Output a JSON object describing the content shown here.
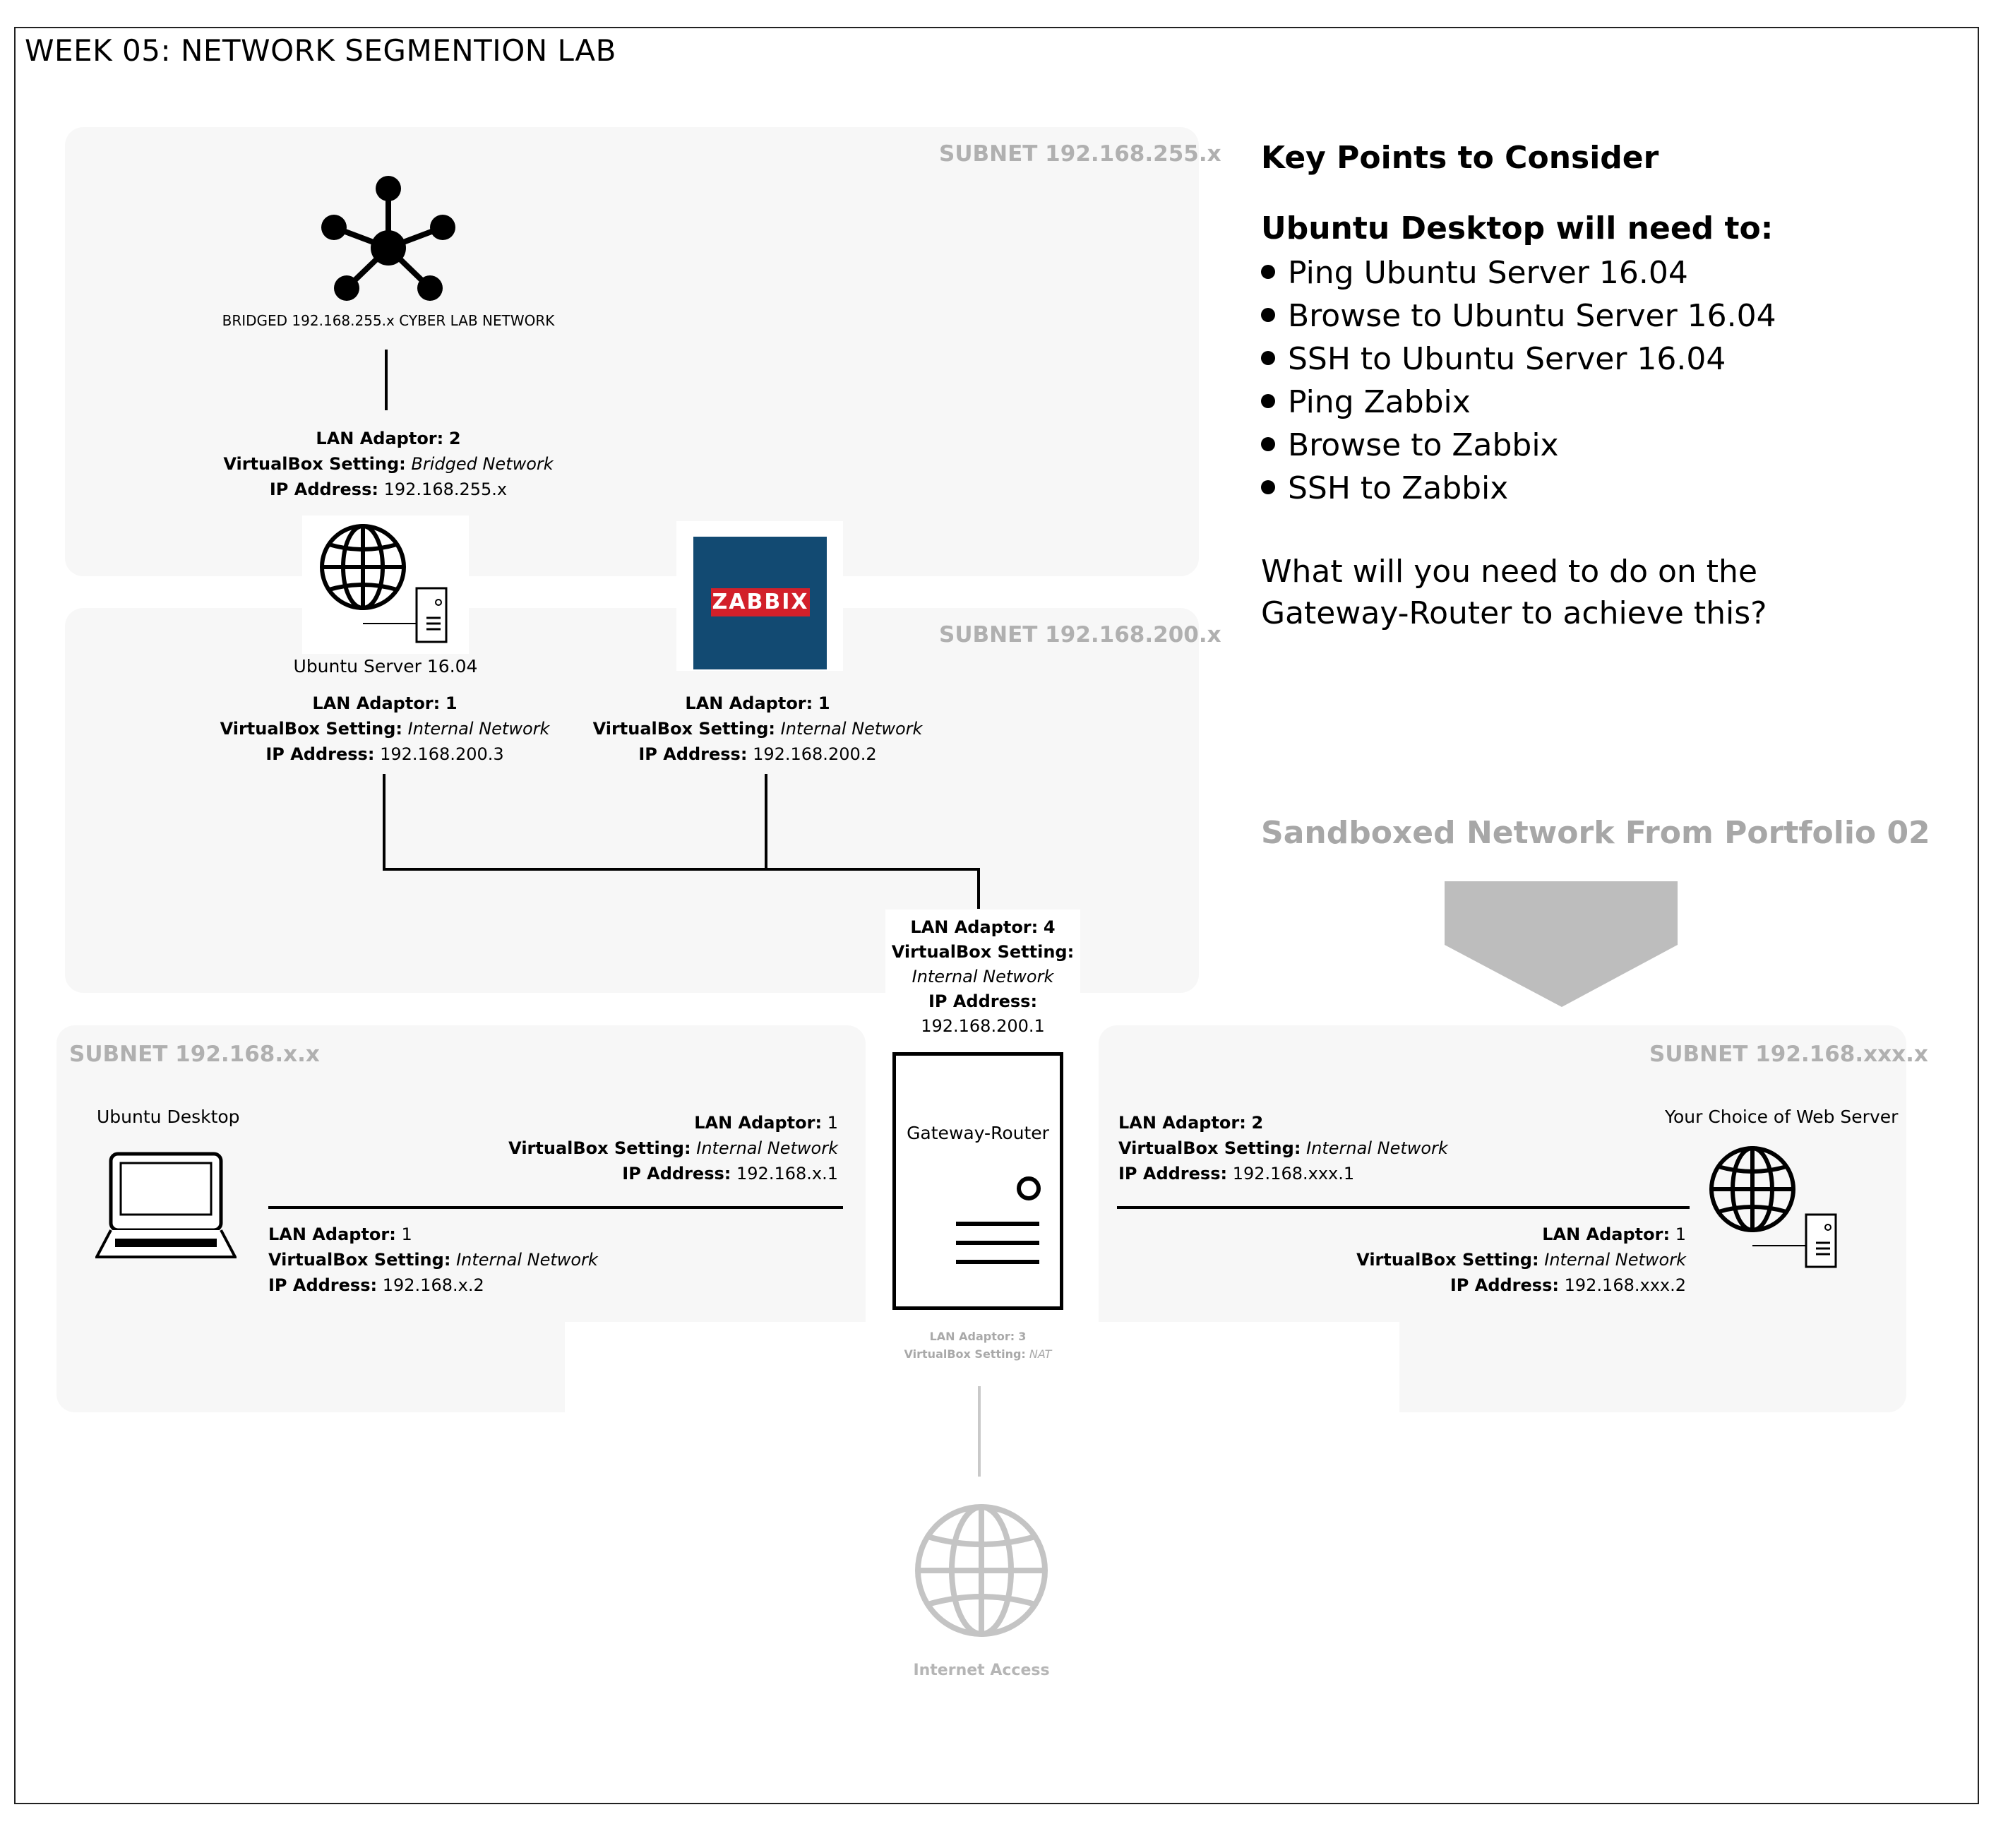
{
  "title": "WEEK 05: NETWORK SEGMENTION LAB",
  "subnets": {
    "s255": "SUBNET 192.168.255.x",
    "s200": "SUBNET 192.168.200.x",
    "sx": "SUBNET 192.168.x.x",
    "sxxx": "SUBNET 192.168.xxx.x"
  },
  "labels": {
    "lan_adaptor": "LAN Adaptor:",
    "vbox_setting": "VirtualBox Setting:",
    "ip_address": "IP Address:"
  },
  "bridged_network": {
    "label": "BRIDGED 192.168.255.x CYBER LAB NETWORK",
    "icon": "hub-icon"
  },
  "ubuntu_server": {
    "name": "Ubuntu Server 16.04",
    "icon": "web-server-icon",
    "adapter2": {
      "lan": "2",
      "setting": "Bridged Network",
      "ip": "192.168.255.x"
    },
    "adapter1": {
      "lan": "1",
      "setting": "Internal Network",
      "ip": "192.168.200.3"
    }
  },
  "zabbix": {
    "logo": "ZABBIX",
    "adapter1": {
      "lan": "1",
      "setting": "Internal Network",
      "ip": "192.168.200.2"
    }
  },
  "gateway_router": {
    "name": "Gateway-Router",
    "icon": "router-icon",
    "adapter4": {
      "lan": "4",
      "setting": "Internal Network",
      "ip": "192.168.200.1"
    },
    "adapter1": {
      "lan": "1",
      "setting": "Internal Network",
      "ip": "192.168.x.1"
    },
    "adapter2": {
      "lan": "2",
      "setting": "Internal Network",
      "ip": "192.168.xxx.1"
    },
    "adapter3": {
      "lan": "3",
      "setting": "NAT"
    }
  },
  "ubuntu_desktop": {
    "name": "Ubuntu Desktop",
    "icon": "laptop-icon",
    "adapter1": {
      "lan": "1",
      "setting": "Internal Network",
      "ip": "192.168.x.2"
    }
  },
  "web_server": {
    "name": "Your Choice of Web Server",
    "icon": "web-server-icon",
    "adapter1": {
      "lan": "1",
      "setting": "Internal Network",
      "ip": "192.168.xxx.2"
    }
  },
  "internet": {
    "label": "Internet Access",
    "icon": "globe-icon"
  },
  "key_points": {
    "title": "Key Points to Consider",
    "subtitle": "Ubuntu Desktop will need to:",
    "items": [
      "Ping Ubuntu Server 16.04",
      "Browse to Ubuntu Server 16.04",
      "SSH to Ubuntu Server 16.04",
      "Ping Zabbix",
      "Browse to Zabbix",
      "SSH to Zabbix"
    ],
    "question": "What will you need to do on the Gateway-Router to achieve this?"
  },
  "sandbox": {
    "label": "Sandboxed Network From Portfolio 02",
    "color": "#bdbdbd"
  },
  "colors": {
    "subnet_bg": "#f7f7f7",
    "subnet_label": "#b0b0b0",
    "zabbix_tile": "#124a72",
    "zabbix_red": "#d2202a",
    "faded": "#b5b5b5"
  }
}
